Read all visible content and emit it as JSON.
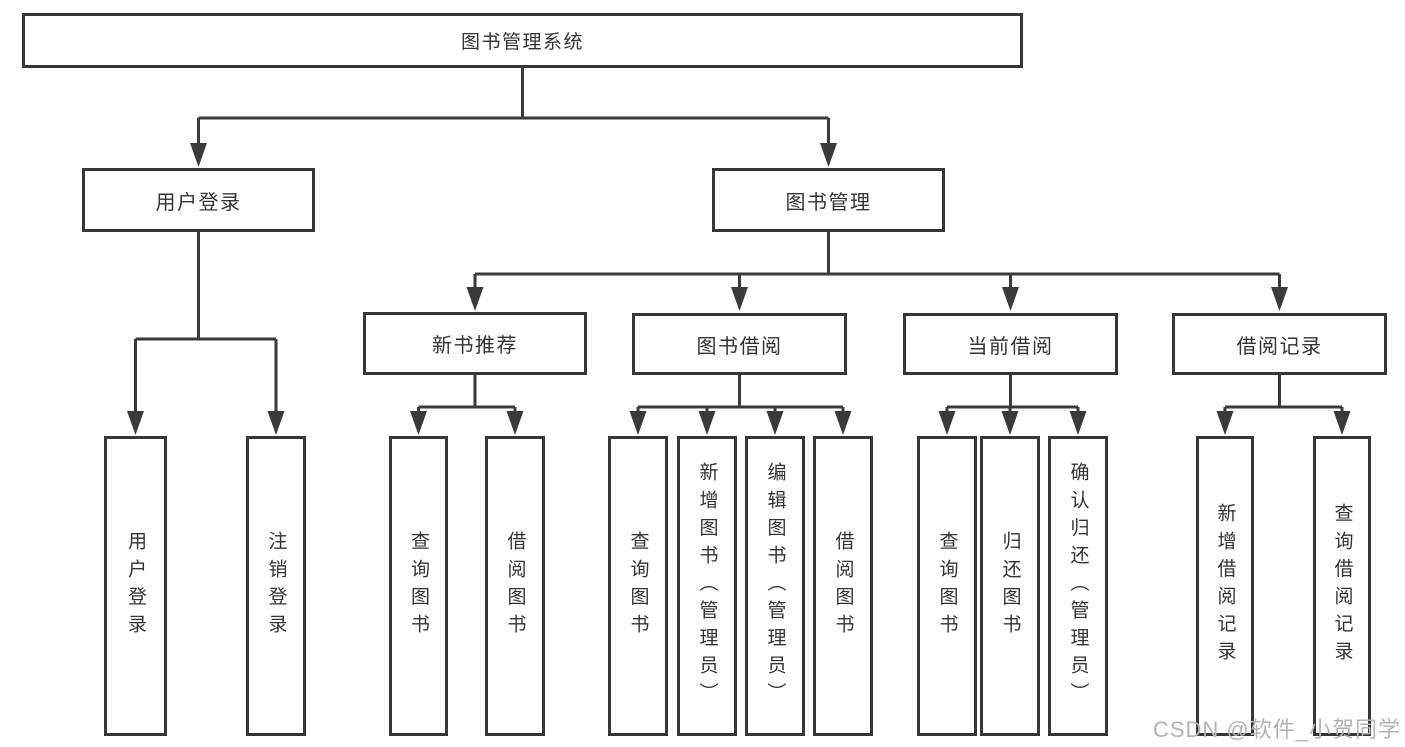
{
  "tree": {
    "label": "图书管理系统",
    "children": [
      {
        "label": "用户登录",
        "children": [
          {
            "label": "用户登录"
          },
          {
            "label": "注销登录"
          }
        ]
      },
      {
        "label": "图书管理",
        "children": [
          {
            "label": "新书推荐",
            "children": [
              {
                "label": "查询图书"
              },
              {
                "label": "借阅图书"
              }
            ]
          },
          {
            "label": "图书借阅",
            "children": [
              {
                "label": "查询图书"
              },
              {
                "label": "新增图书（管理员）"
              },
              {
                "label": "编辑图书（管理员）"
              },
              {
                "label": "借阅图书"
              }
            ]
          },
          {
            "label": "当前借阅",
            "children": [
              {
                "label": "查询图书"
              },
              {
                "label": "归还图书"
              },
              {
                "label": "确认归还（管理员）"
              }
            ]
          },
          {
            "label": "借阅记录",
            "children": [
              {
                "label": "新增借阅记录"
              },
              {
                "label": "查询借阅记录"
              }
            ]
          }
        ]
      }
    ]
  },
  "watermark": {
    "text": "CSDN @软件_小贺同学"
  },
  "colors": {
    "line": "#3a3a3a",
    "border": "#363636",
    "text": "#333333",
    "watermark": "#b3b3b3",
    "background": "#ffffff"
  }
}
